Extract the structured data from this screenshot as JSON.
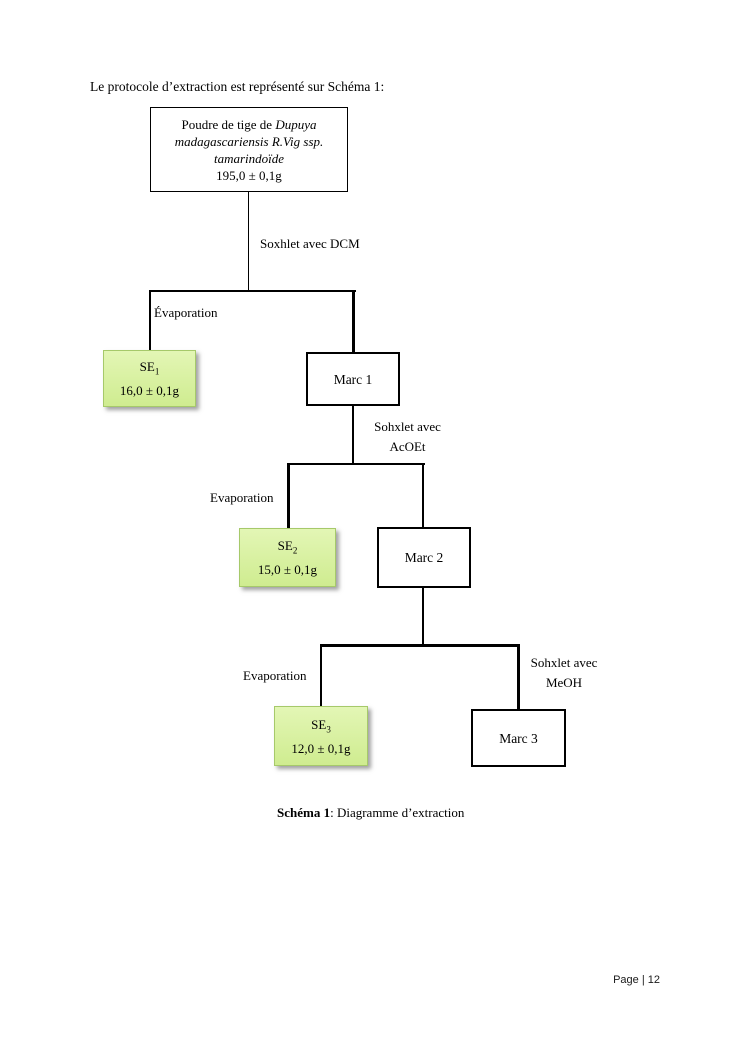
{
  "document": {
    "intro_text": "Le protocole d’extraction est représenté sur Schéma 1:",
    "caption": {
      "bold": "Schéma 1",
      "rest": ": Diagramme d’extraction"
    },
    "footer": {
      "page_number": "Page | 12"
    }
  },
  "diagram": {
    "root": {
      "line1_plain": "Poudre de tige de ",
      "line1_italic": "Dupuya",
      "line2_italic": "madagascariensis R.Vig ssp.",
      "line3_italic": "tamarindoïde",
      "mass": "195,0 ± 0,1g"
    },
    "edge_labels": {
      "soxhlet_dcm": "Soxhlet avec DCM",
      "evaporation_1": "Évaporation",
      "sohxlet_acoet_line1": "Sohxlet avec",
      "sohxlet_acoet_line2": "AcOEt",
      "evaporation_2": "Evaporation",
      "evaporation_3": "Evaporation",
      "sohxlet_meoh_line1": "Sohxlet avec",
      "sohxlet_meoh_line2": "MeOH"
    },
    "extracts": [
      {
        "base": "SE",
        "sub": "1",
        "mass": "16,0 ± 0,1g"
      },
      {
        "base": "SE",
        "sub": "2",
        "mass": "15,0 ± 0,1g"
      },
      {
        "base": "SE",
        "sub": "3",
        "mass": "12,0 ± 0,1g"
      }
    ],
    "residues": [
      {
        "label": "Marc 1"
      },
      {
        "label": "Marc 2"
      },
      {
        "label": "Marc 3"
      }
    ],
    "colors": {
      "extract_box_bg": "#d9f0a0",
      "extract_box_border": "#a6c96a",
      "connector": "#000000"
    }
  }
}
